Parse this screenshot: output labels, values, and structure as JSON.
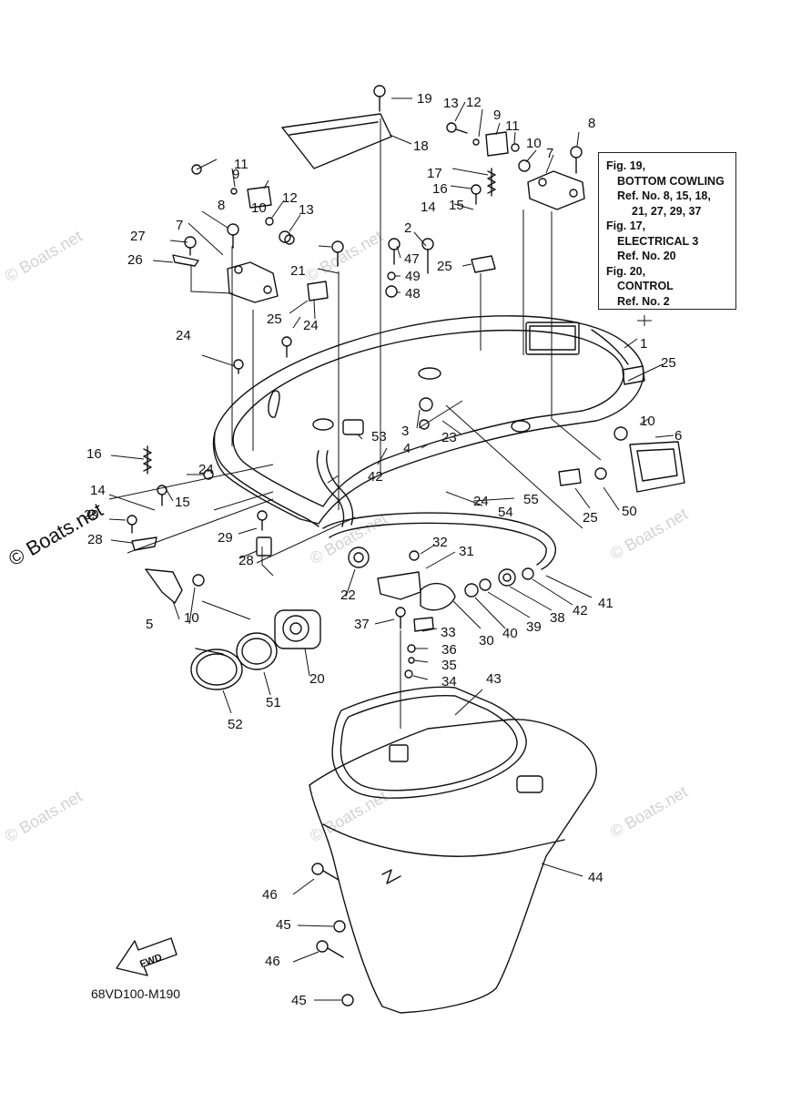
{
  "diagram": {
    "part_code": "68VD100-M190",
    "fwd_label": "FWD",
    "watermark": "© Boats.net",
    "reference_box": [
      {
        "line": "Fig. 19,",
        "indent": 0
      },
      {
        "line": "BOTTOM COWLING",
        "indent": 1
      },
      {
        "line": "Ref. No. 8, 15, 18,",
        "indent": 1
      },
      {
        "line": "21, 27, 29, 37",
        "indent": 2
      },
      {
        "line": "Fig. 17,",
        "indent": 0
      },
      {
        "line": "ELECTRICAL 3",
        "indent": 1
      },
      {
        "line": "Ref. No. 20",
        "indent": 1
      },
      {
        "line": "Fig. 20,",
        "indent": 0
      },
      {
        "line": "CONTROL",
        "indent": 1
      },
      {
        "line": "Ref. No. 2",
        "indent": 1
      }
    ],
    "callouts": [
      "1",
      "2",
      "3",
      "4",
      "5",
      "6",
      "7",
      "7",
      "8",
      "8",
      "9",
      "9",
      "10",
      "10",
      "10",
      "10",
      "11",
      "11",
      "12",
      "12",
      "13",
      "13",
      "14",
      "14",
      "15",
      "15",
      "16",
      "16",
      "17",
      "18",
      "19",
      "20",
      "21",
      "22",
      "23",
      "24",
      "24",
      "24",
      "24",
      "25",
      "25",
      "25",
      "25",
      "26",
      "27",
      "28",
      "28",
      "29",
      "29",
      "30",
      "31",
      "32",
      "33",
      "34",
      "35",
      "36",
      "37",
      "38",
      "39",
      "40",
      "41",
      "42",
      "42",
      "43",
      "44",
      "45",
      "45",
      "46",
      "46",
      "47",
      "48",
      "49",
      "50",
      "51",
      "52",
      "53",
      "54",
      "55"
    ]
  }
}
